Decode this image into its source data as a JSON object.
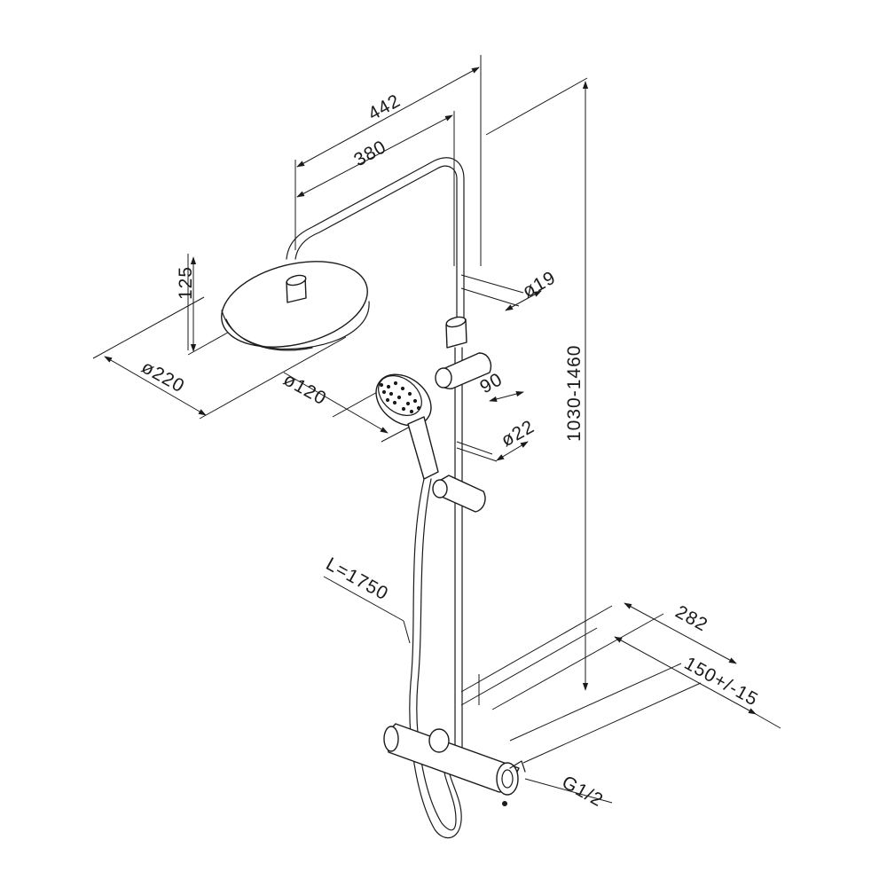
{
  "dimensions": {
    "d442": "442",
    "d380": "380",
    "d125": "125",
    "d220": "ø220",
    "d120": "ø120",
    "d19": "ø19",
    "d90": "90",
    "d22": "ø22",
    "d1030_1460": "1030-1460",
    "hose_length": "L=1750",
    "d282": "282",
    "d150": "150+/-15",
    "connection": "G1/2"
  }
}
